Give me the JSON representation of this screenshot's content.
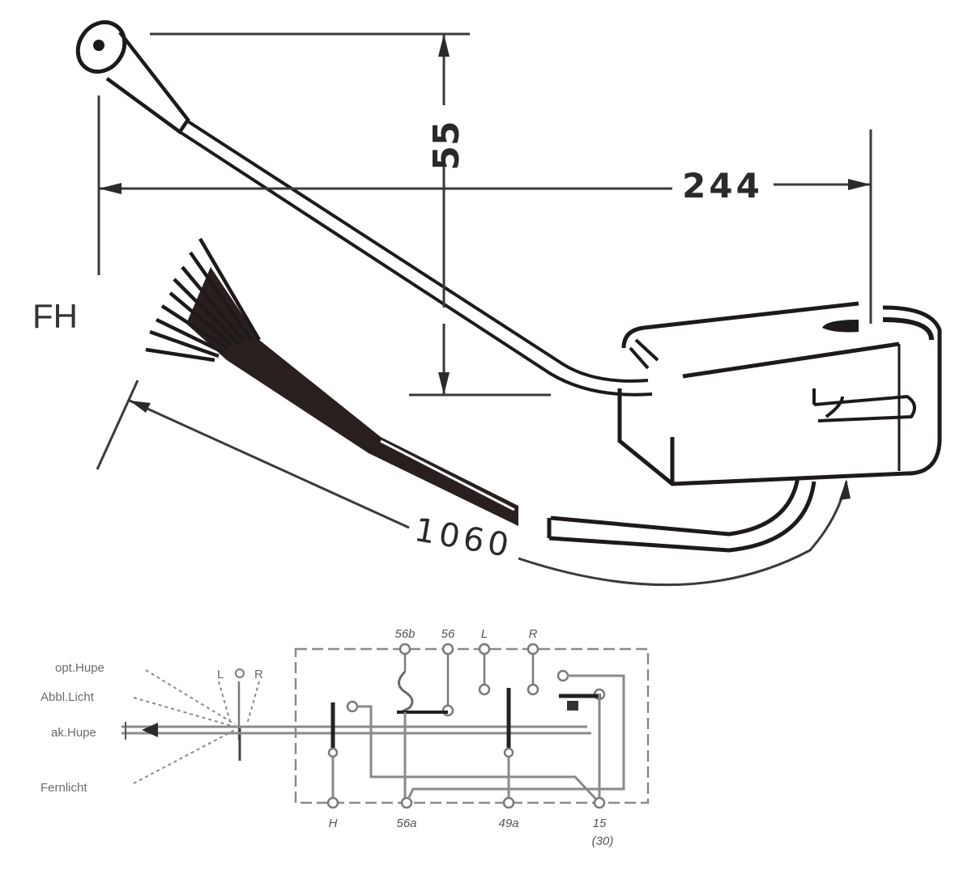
{
  "title_label": "FH",
  "dimensions": {
    "height": "55",
    "width": "244",
    "cable_length": "1060"
  },
  "wiring_diagram": {
    "lever_positions": {
      "left": "L",
      "center": "O",
      "right": "R"
    },
    "function_labels": {
      "opt_hupe": "opt.Hupe",
      "abbl_licht": "Abbl.Licht",
      "ak_hupe": "ak.Hupe",
      "fernlicht": "Fernlicht"
    },
    "top_terminals": [
      "56b",
      "56",
      "L",
      "R"
    ],
    "bottom_terminals": [
      "H",
      "56a",
      "49a",
      "15"
    ],
    "bottom_terminal_note": "(30)"
  },
  "colors": {
    "ink": "#1e1a1a",
    "dim_line": "#3a3a3a",
    "schematic": "#8a8a8a",
    "background": "#ffffff"
  }
}
